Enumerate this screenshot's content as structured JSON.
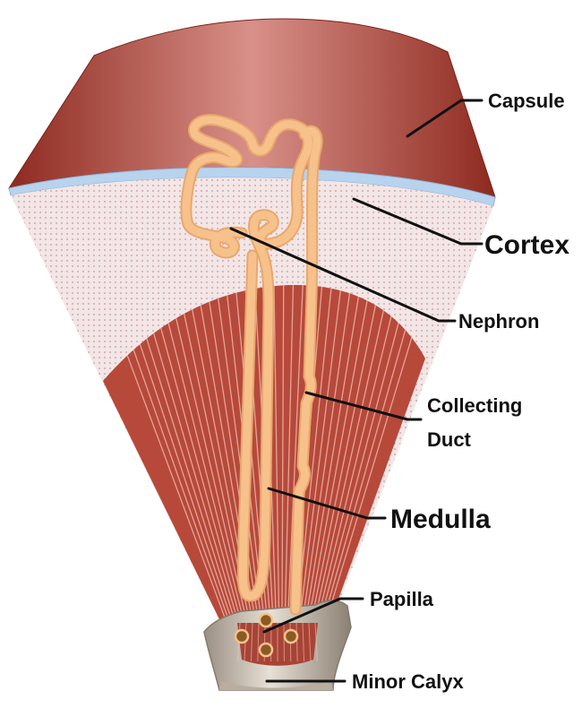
{
  "labels": {
    "capsule": "Capsule",
    "cortex": "Cortex",
    "nephron": "Nephron",
    "collecting_duct_line1": "Collecting",
    "collecting_duct_line2": "Duct",
    "medulla": "Medulla",
    "papilla": "Papilla",
    "minor_calyx": "Minor Calyx"
  },
  "colors": {
    "capsule": "#a8392c",
    "capsule_highlight": "#d89088",
    "capsule_inner_line": "#b7d3ee",
    "cortex": "#f1e3e4",
    "medulla": "#b7493a",
    "medulla_stripe": "#f0c4b9",
    "nephron": "#f7c18b",
    "nephron_outline": "#e8a86d",
    "calyx": "#d6ccc0",
    "calyx_dark": "#8f8476",
    "papilla_dot": "#8a5a22",
    "leader": "#111111"
  }
}
